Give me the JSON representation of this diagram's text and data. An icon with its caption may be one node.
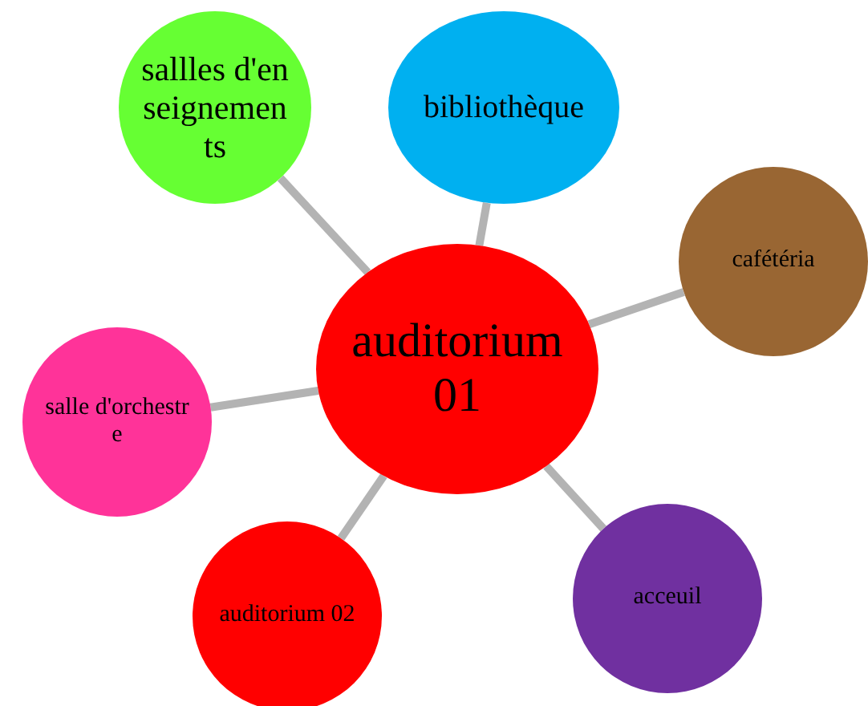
{
  "diagram": {
    "nodes": [
      {
        "text": [
          "auditorium 01"
        ]
      },
      {
        "text": [
          "sallles d'enseignements"
        ]
      },
      {
        "text": [
          "bibliothèque"
        ]
      },
      {
        "text": [
          "cafétéria"
        ]
      },
      {
        "text": [
          "salle d'orchestre"
        ]
      },
      {
        "text": [
          "auditorium 02"
        ]
      },
      {
        "text": [
          "acceuil"
        ]
      }
    ],
    "edges": [
      {
        "from": 0,
        "to": 1,
        "arrow": "none"
      },
      {
        "from": 0,
        "to": 2,
        "arrow": "none"
      },
      {
        "from": 0,
        "to": 3,
        "arrow": "none"
      },
      {
        "from": 0,
        "to": 4,
        "arrow": "none"
      },
      {
        "from": 0,
        "to": 5,
        "arrow": "none"
      },
      {
        "from": 0,
        "to": 6,
        "arrow": "none"
      }
    ]
  }
}
